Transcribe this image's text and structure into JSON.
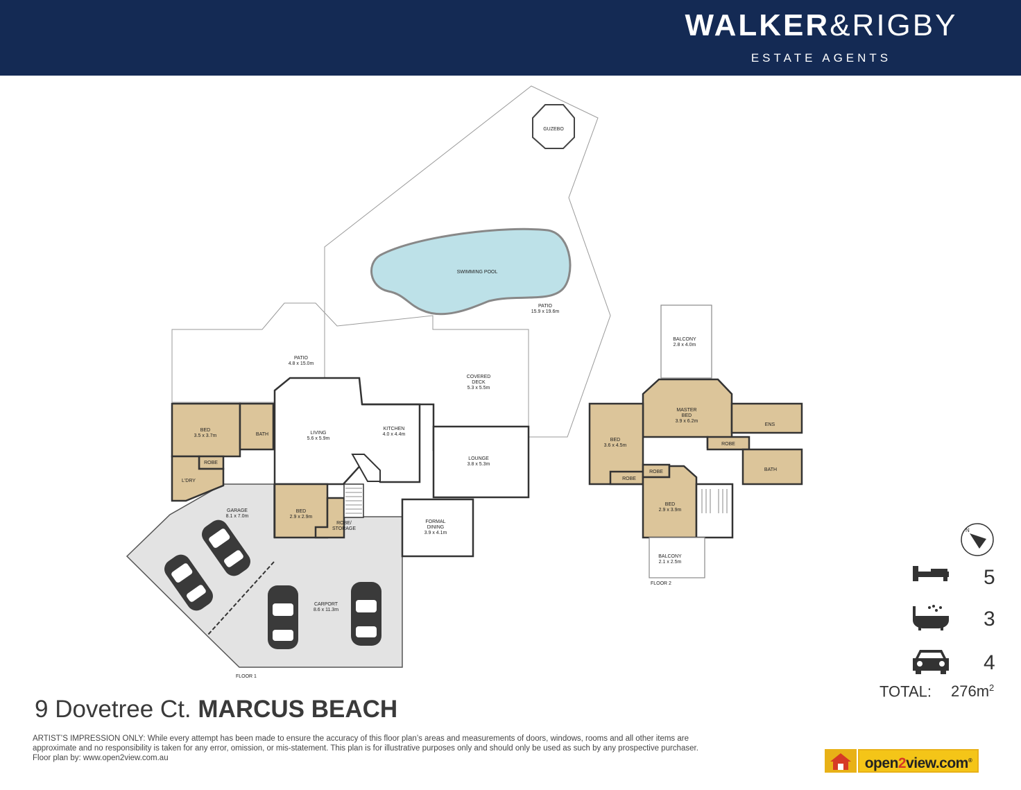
{
  "brand": {
    "name_part1": "WALKER",
    "name_amp": "&",
    "name_part2": "RIGBY",
    "subtitle": "ESTATE AGENTS"
  },
  "floor1": {
    "label": "FLOOR 1",
    "rooms": {
      "guzebo": {
        "name": "GUZEBO"
      },
      "swimming_pool": {
        "name": "SWIMMING POOL"
      },
      "patio_pool": {
        "name": "PATIO",
        "size": "15.9 x 19.6m"
      },
      "patio": {
        "name": "PATIO",
        "size": "4.8 x 15.0m"
      },
      "covered_deck": {
        "name1": "COVERED",
        "name2": "DECK",
        "size": "5.3 x 5.5m"
      },
      "bed1": {
        "name": "BED",
        "size": "3.5 x 3.7m"
      },
      "bath": {
        "name": "BATH"
      },
      "robe": {
        "name": "ROBE"
      },
      "laundry": {
        "name": "L'DRY"
      },
      "living": {
        "name": "LIVING",
        "size": "5.6 x 5.9m"
      },
      "kitchen": {
        "name": "KITCHEN",
        "size": "4.0 x 4.4m"
      },
      "lounge": {
        "name": "LOUNGE",
        "size": "3.8 x 5.3m"
      },
      "garage": {
        "name": "GARAGE",
        "size": "8.1 x 7.0m"
      },
      "bed2": {
        "name": "BED",
        "size": "2.9 x 2.9m"
      },
      "robe_storage": {
        "name1": "ROBE/",
        "name2": "STORAGE"
      },
      "formal_dining": {
        "name1": "FORMAL",
        "name2": "DINING",
        "size": "3.9 x 4.1m"
      },
      "carport": {
        "name": "CARPORT",
        "size": "8.6 x 11.3m"
      }
    }
  },
  "floor2": {
    "label": "FLOOR 2",
    "rooms": {
      "balcony_top": {
        "name": "BALCONY",
        "size": "2.8 x 4.0m"
      },
      "master_bed": {
        "name1": "MASTER",
        "name2": "BED",
        "size": "3.9 x 6.2m"
      },
      "ens": {
        "name": "ENS"
      },
      "bed3": {
        "name": "BED",
        "size": "3.6 x 4.5m"
      },
      "robe_master": {
        "name": "ROBE"
      },
      "robe_a": {
        "name": "ROBE"
      },
      "robe_b": {
        "name": "ROBE"
      },
      "bath": {
        "name": "BATH"
      },
      "bed4": {
        "name": "BED",
        "size": "2.9 x 3.9m"
      },
      "balcony_bottom": {
        "name": "BALCONY",
        "size": "2.1 x 2.5m"
      }
    }
  },
  "stats": {
    "bedrooms": "5",
    "bathrooms": "3",
    "car_spaces": "4",
    "total_label": "TOTAL:",
    "total_value": "276m",
    "total_unit_sup": "2"
  },
  "address": {
    "street": "9 Dovetree Ct.",
    "suburb": "MARCUS BEACH"
  },
  "disclaimer": {
    "line1": "ARTIST’S IMPRESSION ONLY: While every attempt has been made to ensure the accuracy of this floor plan’s areas and measurements of doors, windows, rooms and all other items are",
    "line2": "approximate and no responsibility is taken for any error, omission, or mis-statement. This plan is for illustrative purposes only and should only be used as such by any prospective purchaser.",
    "line3": "Floor plan by: www.open2view.com.au"
  },
  "logo": {
    "part1": "open",
    "part2": "2",
    "part3": "view.com",
    "reg": "®"
  },
  "colors": {
    "header_bg": "#142a54",
    "room_tan": "#dcc59a",
    "room_line": "#333333",
    "pool": "#bde1e8",
    "hardstand": "#e3e3e3",
    "logo_yellow": "#f4c518"
  },
  "icons": {
    "compass": "north-arrow-icon",
    "bedrooms": "bed-icon",
    "bathrooms": "bathtub-icon",
    "car_spaces": "car-icon"
  }
}
